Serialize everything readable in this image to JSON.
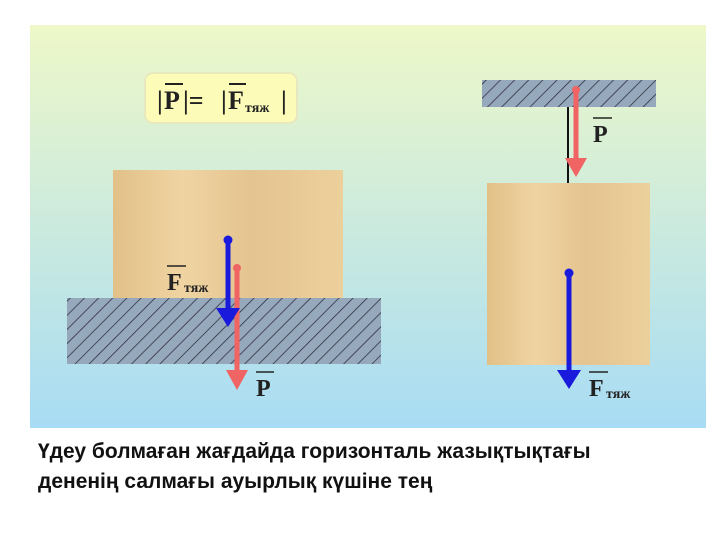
{
  "formula": {
    "left": "P",
    "right": "F",
    "right_sub": "тяж"
  },
  "left_scene": {
    "weight_label": "P",
    "gravity_label": "F",
    "gravity_sub": "тяж"
  },
  "right_scene": {
    "weight_label": "P",
    "gravity_label": "F",
    "gravity_sub": "тяж"
  },
  "caption": {
    "line1": "Үдеу болмаған жағдайда горизонталь жазықтықтағы",
    "line2": "дененің салмағы ауырлық күшіне тең"
  },
  "colors": {
    "gravity": "#1a1adc",
    "weight": "#f06464",
    "wood": "#e8c890"
  }
}
